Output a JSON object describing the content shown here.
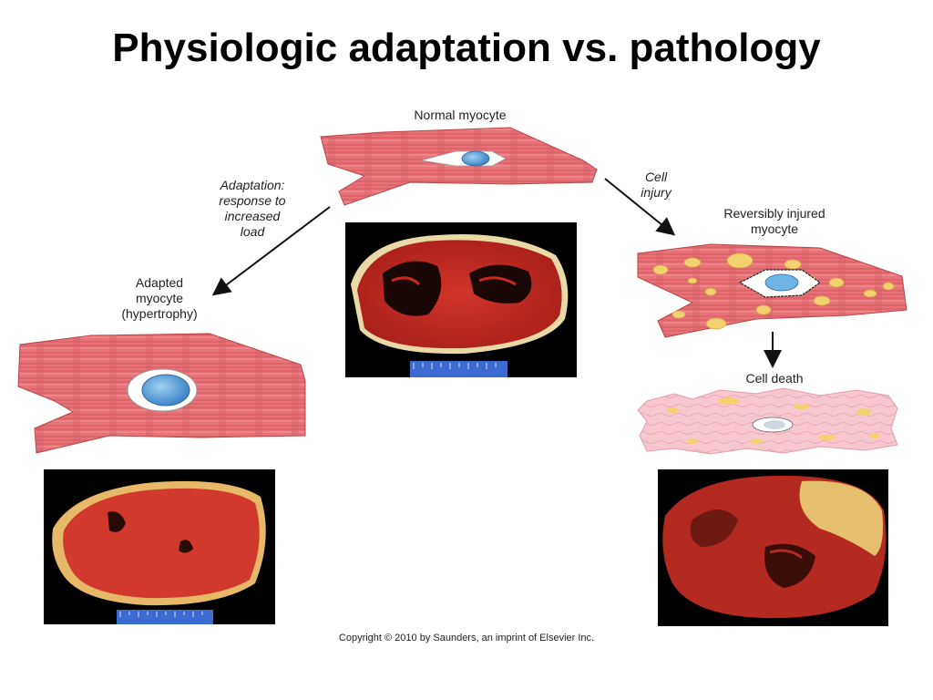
{
  "slide": {
    "title": "Physiologic adaptation vs. pathology",
    "copyright": "Copyright © 2010 by Saunders, an imprint of Elsevier Inc."
  },
  "diagram": {
    "normal": "Normal myocyte",
    "adaptation": [
      "Adaptation:",
      "response to",
      "increased",
      "load"
    ],
    "adapted": [
      "Adapted",
      "myocyte",
      "(hypertrophy)"
    ],
    "cell_injury": [
      "Cell",
      "injury"
    ],
    "reversibly_injured": [
      "Reversibly injured",
      "myocyte"
    ],
    "cell_death": "Cell death"
  },
  "colors": {
    "muscle": "#e76e72",
    "muscle_dark": "#c34a50",
    "nucleus": "#5fa7de",
    "fat": "#f3d070",
    "dead_cell": "#f7c5cf",
    "heart_tissue": "#c8291f",
    "heart_bg": "#000000"
  }
}
